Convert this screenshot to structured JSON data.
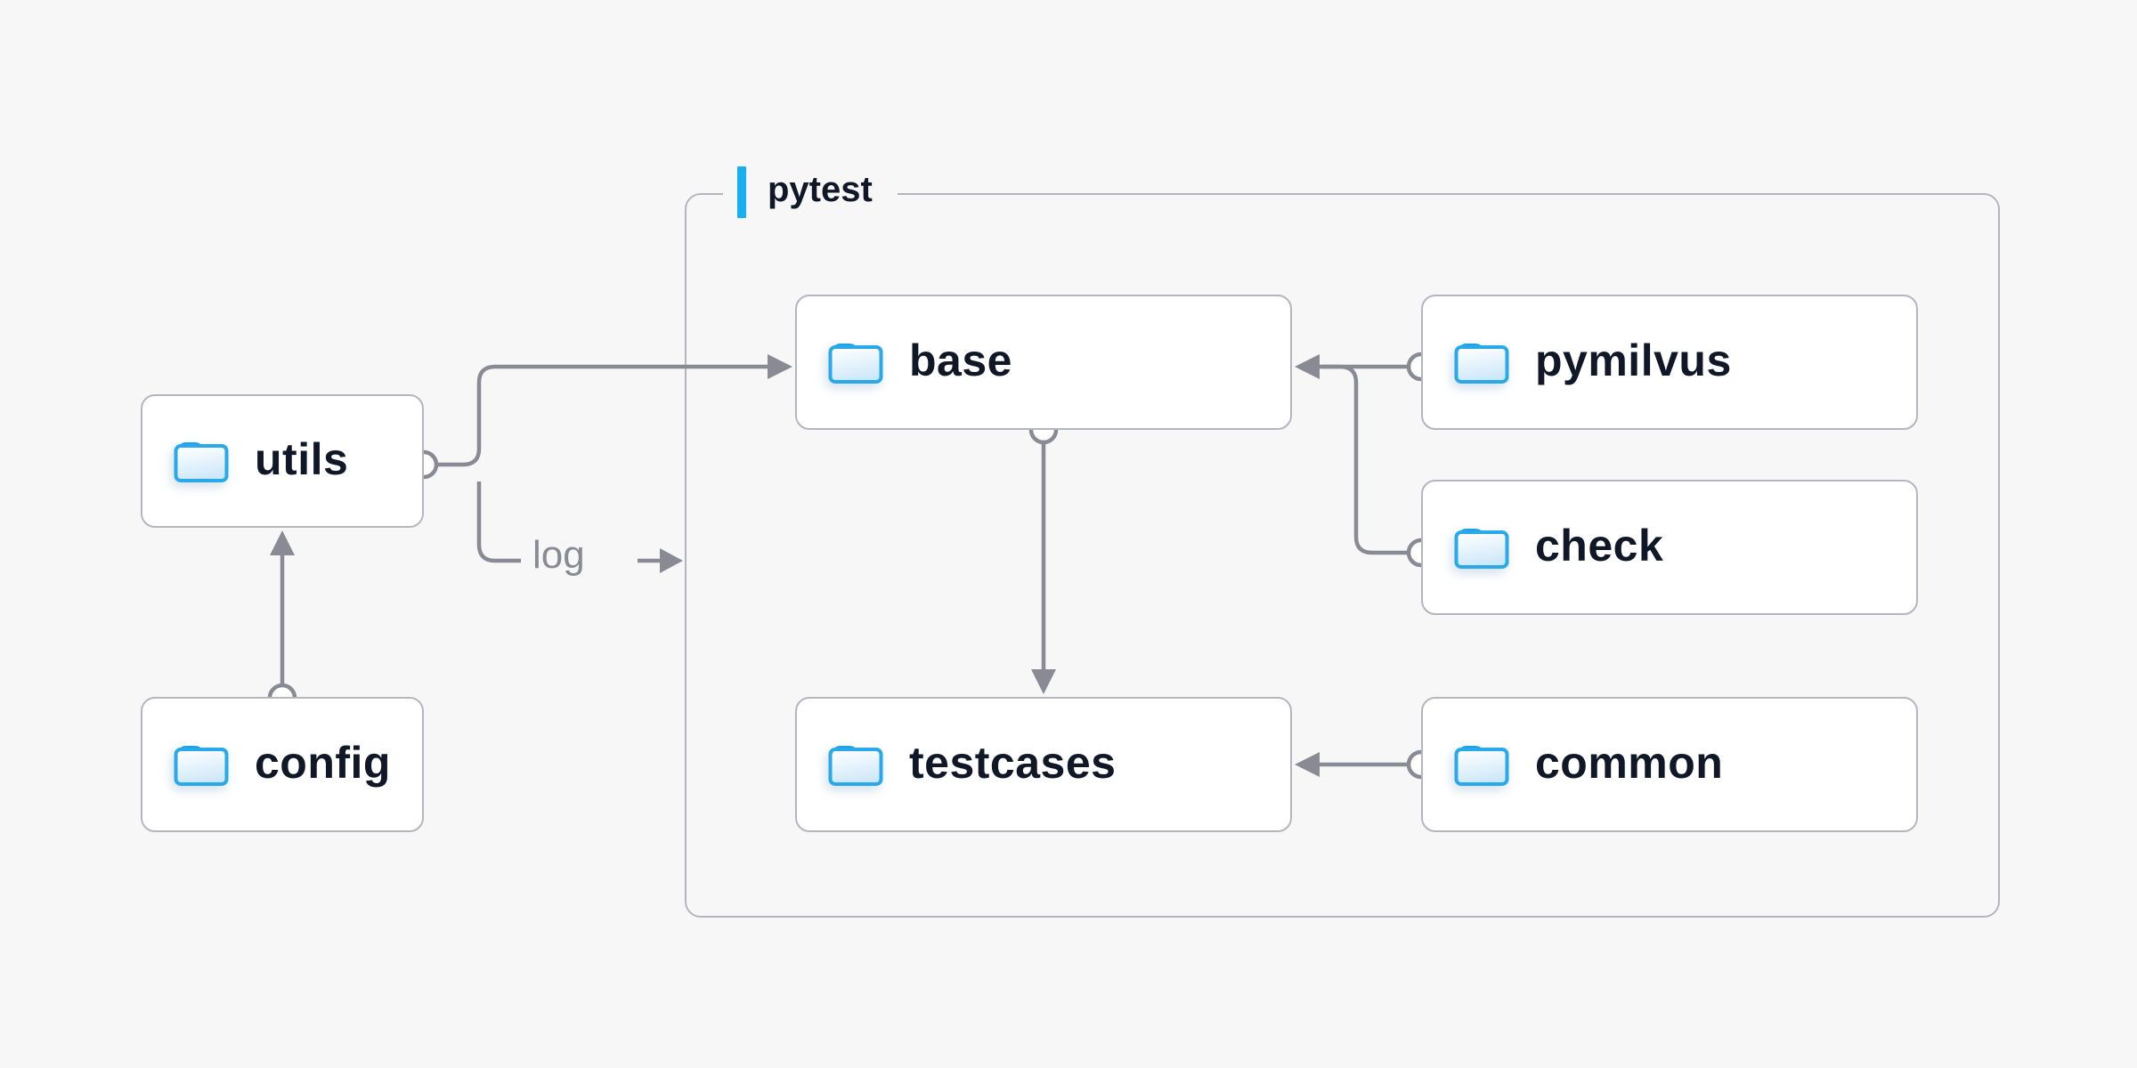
{
  "diagram": {
    "container": {
      "label": "pytest"
    },
    "nodes": [
      {
        "id": "utils",
        "label": "utils",
        "icon": "folder-icon"
      },
      {
        "id": "config",
        "label": "config",
        "icon": "folder-icon"
      },
      {
        "id": "base",
        "label": "base",
        "icon": "folder-icon"
      },
      {
        "id": "testcases",
        "label": "testcases",
        "icon": "folder-icon"
      },
      {
        "id": "pymilvus",
        "label": "pymilvus",
        "icon": "folder-icon"
      },
      {
        "id": "check",
        "label": "check",
        "icon": "folder-icon"
      },
      {
        "id": "common",
        "label": "common",
        "icon": "folder-icon"
      }
    ],
    "edges": [
      {
        "from": "config",
        "to": "utils",
        "label": ""
      },
      {
        "from": "utils",
        "to": "base",
        "label": ""
      },
      {
        "from": "utils",
        "to": "pytest-container",
        "label": "log"
      },
      {
        "from": "base",
        "to": "testcases",
        "label": ""
      },
      {
        "from": "pymilvus",
        "to": "base",
        "label": ""
      },
      {
        "from": "check",
        "to": "base",
        "label": ""
      },
      {
        "from": "common",
        "to": "testcases",
        "label": ""
      }
    ],
    "edge_log_label": "log"
  },
  "colors": {
    "bg": "#f7f7f8",
    "node_bg": "#ffffff",
    "node_border": "#b5b5c0",
    "line": "#8a8a95",
    "text": "#101828",
    "accent": "#18aef0",
    "folder_stroke": "#2aa9ea",
    "folder_tab": "#1ea1e6"
  }
}
